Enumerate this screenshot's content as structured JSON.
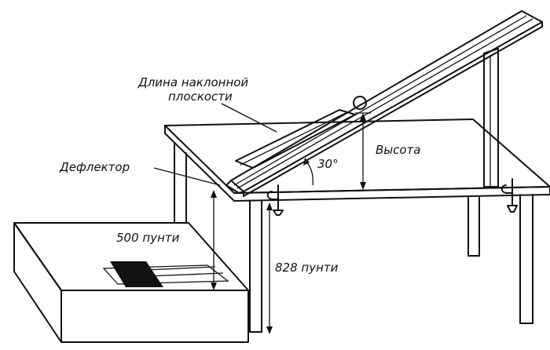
{
  "labels": {
    "incline_length_line1": "Длина наклонной",
    "incline_length_line2": "плоскости",
    "height": "Высота",
    "angle": "30°",
    "deflector": "Дефлектор",
    "box_distance": "500 пунти",
    "table_height": "828 пунти"
  },
  "colors": {
    "ink": "#111111",
    "paper": "#ffffff"
  }
}
